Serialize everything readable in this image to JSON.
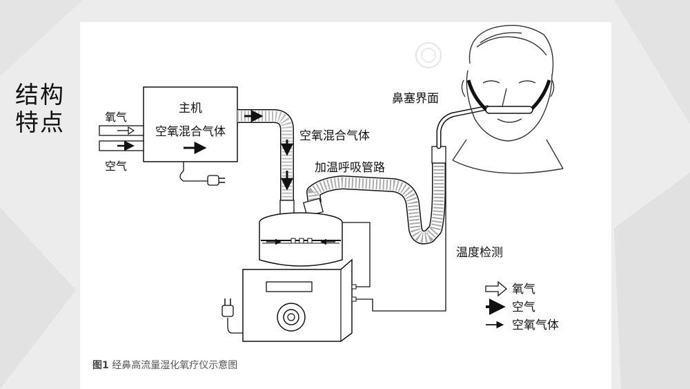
{
  "slide": {
    "title_line1": "结构",
    "title_line2": "特点"
  },
  "figure": {
    "caption_prefix": "图1",
    "caption_text": "经鼻高流量湿化氧疗仪示意图"
  },
  "labels": {
    "host_line1": "主机",
    "host_line2": "空氧混合气体",
    "oxygen_in": "氧气",
    "air_in": "空气",
    "mixed_gas": "空氧混合气体",
    "heated_tube": "加温呼吸管路",
    "nasal_interface": "鼻塞界面",
    "temp_detection": "温度检测"
  },
  "legend": {
    "items": [
      {
        "label": "氧气",
        "icon": "hollow-arrow-icon"
      },
      {
        "label": "空气",
        "icon": "bold-arrow-icon"
      },
      {
        "label": "空氧气体",
        "icon": "thin-arrow-icon"
      }
    ]
  },
  "colors": {
    "background": "#ececec",
    "panel": "#ffffff",
    "ink": "#111111"
  }
}
